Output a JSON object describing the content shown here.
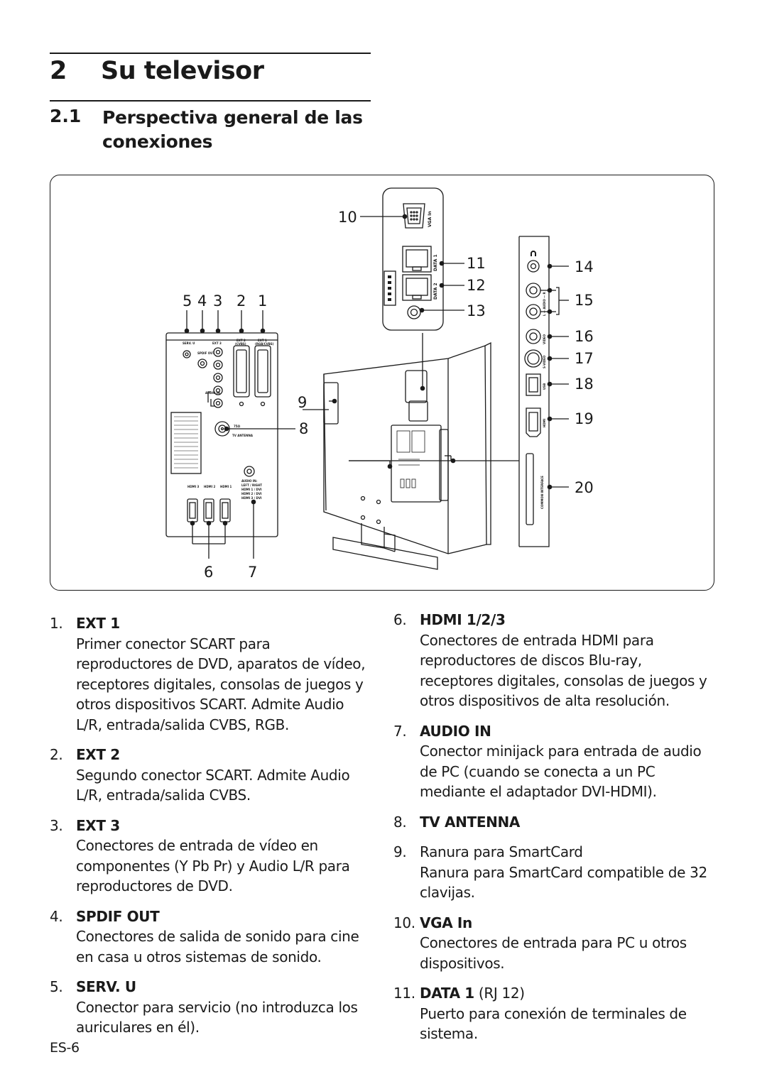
{
  "chapter": {
    "number": "2",
    "title": "Su televisor"
  },
  "section": {
    "number": "2.1",
    "title": "Perspectiva general de las conexiones"
  },
  "figure": {
    "callouts": [
      "1",
      "2",
      "3",
      "4",
      "5",
      "6",
      "7",
      "8",
      "9",
      "10",
      "11",
      "12",
      "13",
      "14",
      "15",
      "16",
      "17",
      "18",
      "19",
      "20"
    ],
    "panel_texts": {
      "vga_in": "VGA In",
      "data1": "DATA 1",
      "data2": "DATA 2",
      "serv_u": "SERV. U",
      "spdif_out": "SPDIF OUT",
      "ext3": "EXT 3",
      "ext2": "EXT 2",
      "ext1": "EXT 1",
      "ext2_sub": "(CVBS)",
      "ext1_sub": "(RGB/CVBS)",
      "audio_in": "AUDIO IN",
      "antenna_ohm": "75Ω",
      "tv_antenna": "TV ANTENNA",
      "hdmi3": "HDMI 3",
      "hdmi2": "HDMI 2",
      "hdmi1": "HDMI 1",
      "audio_in_side": "AUDIO IN:",
      "left_right": "LEFT / RIGHT",
      "hdmi1_dvi": "HDMI 1 / DVI",
      "hdmi2_dvi": "HDMI 2 / DVI",
      "hdmi3_dvi": "HDMI 3 / DVI",
      "side_audio": "L — AUDIO — R",
      "side_video": "VIDEO",
      "side_svideo": "S-VIDEO",
      "side_usb": "USB",
      "side_hdmi": "HDMI",
      "side_ci": "COMMON INTERFACE"
    }
  },
  "items_left": [
    {
      "num": "1.",
      "title": "EXT 1",
      "body": "Primer conector SCART para reproductores de DVD, aparatos de vídeo, receptores digitales, consolas de juegos y otros dispositivos SCART. Admite Audio L/R, entrada/salida CVBS, RGB."
    },
    {
      "num": "2.",
      "title": "EXT 2",
      "body": "Segundo conector SCART. Admite Audio L/R, entrada/salida CVBS."
    },
    {
      "num": "3.",
      "title": "EXT 3",
      "body": "Conectores de entrada de vídeo en componentes (Y Pb Pr) y Audio L/R para reproductores de DVD."
    },
    {
      "num": "4.",
      "title": "SPDIF OUT",
      "body": "Conectores de salida de sonido para cine en casa u otros sistemas de sonido."
    },
    {
      "num": "5.",
      "title": "SERV. U",
      "body": "Conector para servicio (no introduzca los auriculares en él)."
    }
  ],
  "items_right": [
    {
      "num": "6.",
      "title": "HDMI 1/2/3",
      "body": "Conectores de entrada HDMI para reproductores de discos Blu-ray, receptores digitales, consolas de juegos y otros dispositivos de alta resolución."
    },
    {
      "num": "7.",
      "title": "AUDIO IN",
      "body": "Conector minijack para entrada de audio de PC (cuando se conecta a un PC mediante el adaptador DVI-HDMI)."
    },
    {
      "num": "8.",
      "title": "TV ANTENNA",
      "body": ""
    },
    {
      "num": "9.",
      "title_plain": "Ranura para SmartCard",
      "body": "Ranura para SmartCard compatible de 32 clavijas."
    },
    {
      "num": "10.",
      "title": "VGA In",
      "body": "Conectores de entrada para PC u otros dispositivos."
    },
    {
      "num": "11.",
      "title": "DATA 1",
      "title_suffix": "(RJ 12)",
      "body": "Puerto para conexión de terminales de sistema."
    }
  ],
  "footer": {
    "page": "ES-6"
  }
}
